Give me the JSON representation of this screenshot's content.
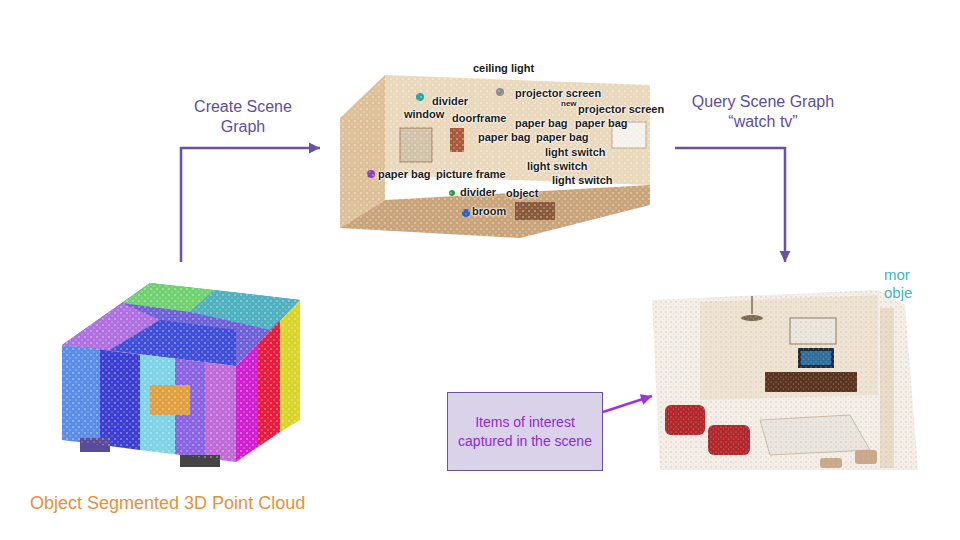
{
  "diagram": {
    "nodes": [
      {
        "text": [
          "Object Segmented 3D Point Cloud"
        ]
      },
      {
        "text": [
          "ceiling light",
          "divider",
          "window",
          "doorframe",
          "projector screen",
          "new",
          "projector screen",
          "paper bag",
          "paper bag",
          "paper bag",
          "paper bag",
          "light switch",
          "paper bag",
          "picture frame",
          "light switch",
          "light switch",
          "divider",
          "object",
          "broom"
        ]
      },
      {
        "text": [
          "mor",
          "obje"
        ]
      },
      {
        "text": [
          "Items of interest captured in the scene"
        ]
      }
    ],
    "edges": [
      {
        "from": 0,
        "to": 1,
        "arrow": "to",
        "label": "Create Scene Graph"
      },
      {
        "from": 1,
        "to": 2,
        "arrow": "to",
        "label": "Query Scene Graph “watch tv”"
      },
      {
        "from": 3,
        "to": 2,
        "arrow": "to"
      }
    ]
  }
}
